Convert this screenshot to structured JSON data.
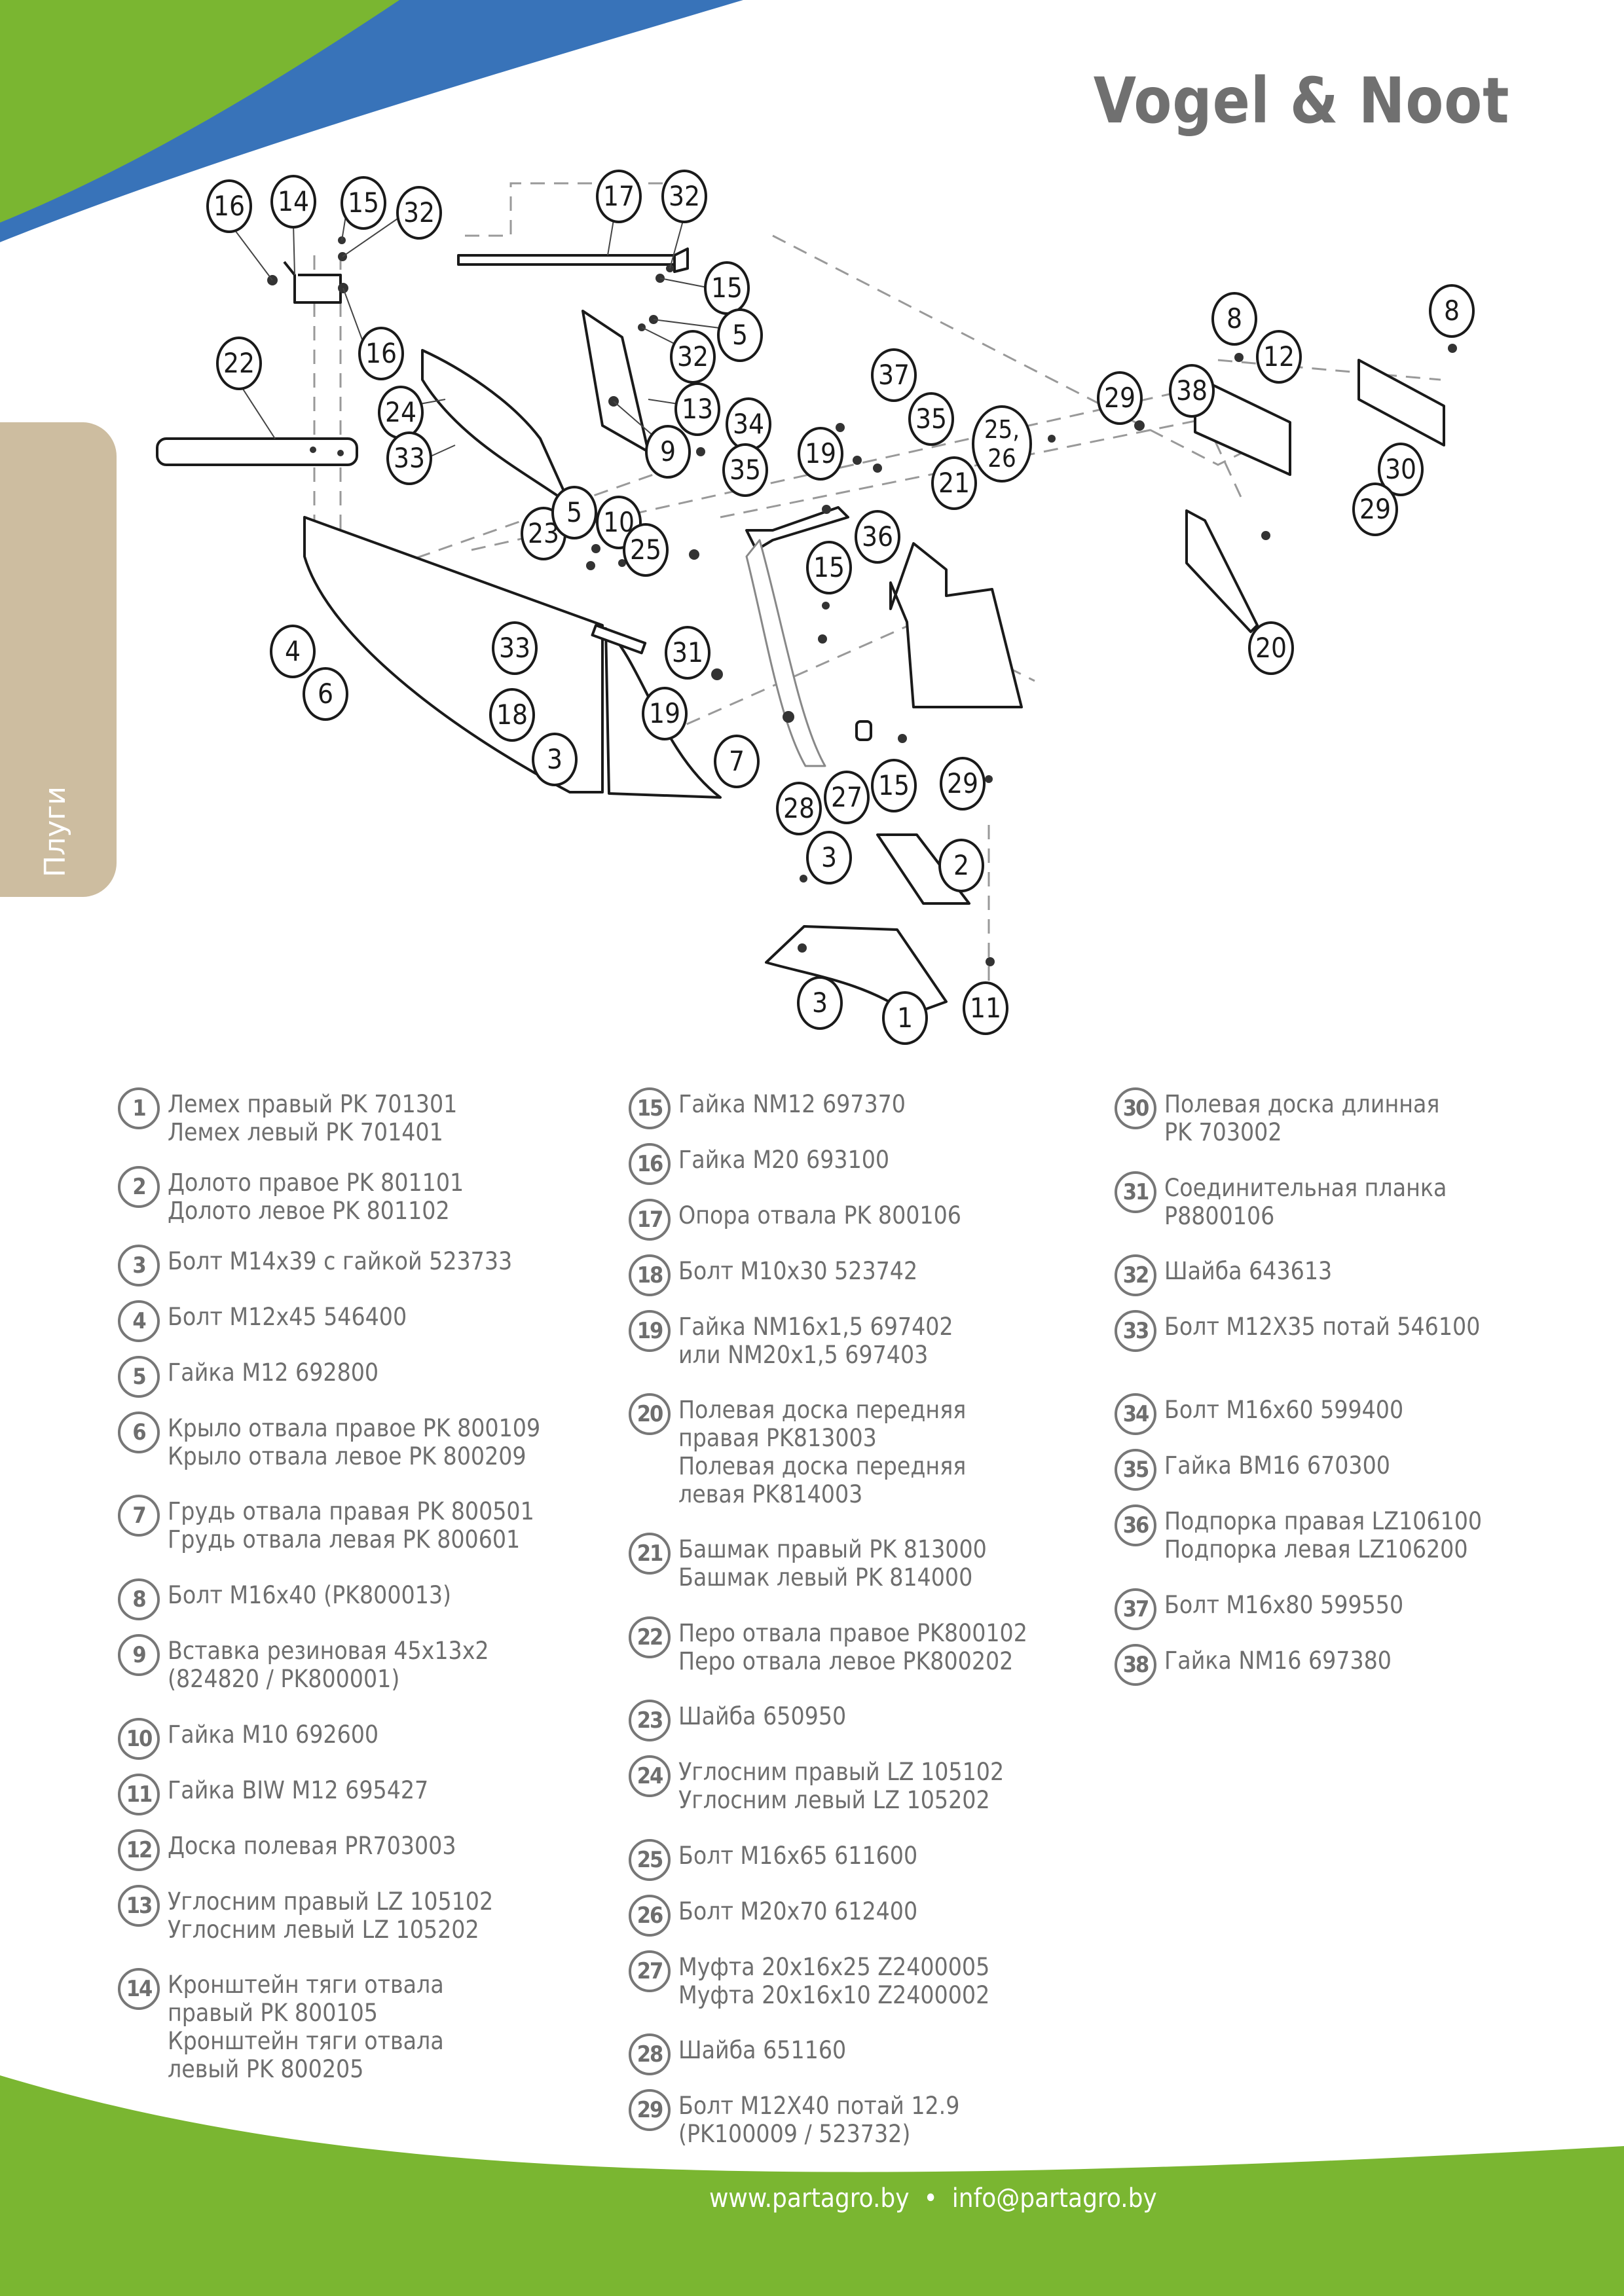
{
  "header": {
    "brand": "Vogel & Noot"
  },
  "side_tab": {
    "label": "Плуги"
  },
  "colors": {
    "green": "#7ab631",
    "blue": "#3873b9",
    "tab_beige": "#cdbda0",
    "text_gray": "#6e6e6e"
  },
  "diagram": {
    "title": "exploded view of plough body",
    "callouts": [
      "16",
      "14",
      "15",
      "32",
      "17",
      "32",
      "15",
      "5",
      "32",
      "16",
      "22",
      "24",
      "33",
      "13",
      "9",
      "34",
      "35",
      "37",
      "35",
      "19",
      "36",
      "25, 26",
      "21",
      "29",
      "38",
      "8",
      "12",
      "8",
      "30",
      "29",
      "20",
      "23",
      "5",
      "10",
      "25",
      "15",
      "4",
      "6",
      "33",
      "31",
      "18",
      "19",
      "3",
      "7",
      "28",
      "27",
      "15",
      "29",
      "3",
      "2",
      "3",
      "1",
      "11"
    ]
  },
  "parts": [
    {
      "num": "1",
      "lines": [
        "Лемех правый PK 701301",
        "Лемех левый PK 701401"
      ]
    },
    {
      "num": "2",
      "lines": [
        "Долото правое PK 801101",
        "Долото левое PK 801102"
      ]
    },
    {
      "num": "3",
      "lines": [
        "Болт M14x39 с гайкой 523733"
      ]
    },
    {
      "num": "4",
      "lines": [
        "Болт M12x45 546400"
      ]
    },
    {
      "num": "5",
      "lines": [
        "Гайка M12 692800"
      ]
    },
    {
      "num": "6",
      "lines": [
        "Крыло отвала правое PK 800109",
        "Крыло отвала левое PK 800209"
      ]
    },
    {
      "num": "7",
      "lines": [
        "Грудь отвала правая PK 800501",
        "Грудь отвала левая PK 800601"
      ]
    },
    {
      "num": "8",
      "lines": [
        "Болт M16x40 (PK800013)"
      ]
    },
    {
      "num": "9",
      "lines": [
        "Вставка резиновая 45x13x2",
        "(824820 / PK800001)"
      ]
    },
    {
      "num": "10",
      "lines": [
        "Гайка M10 692600"
      ]
    },
    {
      "num": "11",
      "lines": [
        "Гайка BIW M12 695427"
      ]
    },
    {
      "num": "12",
      "lines": [
        "Доска полевая PR703003"
      ]
    },
    {
      "num": "13",
      "lines": [
        "Углосним правый LZ 105102",
        "Углосним левый LZ 105202"
      ]
    },
    {
      "num": "14",
      "lines": [
        "Кронштейн тяги отвала",
        "правый PK 800105",
        "Кронштейн тяги отвала",
        "левый PK 800205"
      ]
    },
    {
      "num": "15",
      "lines": [
        "Гайка NM12 697370"
      ]
    },
    {
      "num": "16",
      "lines": [
        "Гайка M20 693100"
      ]
    },
    {
      "num": "17",
      "lines": [
        "Опора отвала PK 800106"
      ]
    },
    {
      "num": "18",
      "lines": [
        "Болт M10x30 523742"
      ]
    },
    {
      "num": "19",
      "lines": [
        "Гайка NM16x1,5 697402",
        "или NM20x1,5 697403"
      ]
    },
    {
      "num": "20",
      "lines": [
        "Полевая доска передняя",
        "правая PK813003",
        "Полевая доска передняя",
        "левая PK814003"
      ]
    },
    {
      "num": "21",
      "lines": [
        "Башмак правый PK 813000",
        "Башмак левый PK 814000"
      ]
    },
    {
      "num": "22",
      "lines": [
        "Перо отвала правое PK800102",
        "Перо отвала левое PK800202"
      ]
    },
    {
      "num": "23",
      "lines": [
        "Шайба 650950"
      ]
    },
    {
      "num": "24",
      "lines": [
        "Углосним правый LZ 105102",
        "Углосним левый LZ 105202"
      ]
    },
    {
      "num": "25",
      "lines": [
        "Болт M16x65 611600"
      ]
    },
    {
      "num": "26",
      "lines": [
        "Болт M20x70 612400"
      ]
    },
    {
      "num": "27",
      "lines": [
        "Муфта 20x16x25 Z2400005",
        "Муфта 20x16x10 Z2400002"
      ]
    },
    {
      "num": "28",
      "lines": [
        "Шайба 651160"
      ]
    },
    {
      "num": "29",
      "lines": [
        "Болт M12X40 потай 12.9",
        "(PK100009 / 523732)"
      ]
    },
    {
      "num": "30",
      "lines": [
        "Полевая доска длинная",
        "PK 703002"
      ]
    },
    {
      "num": "31",
      "lines": [
        "Соединительная планка",
        "P8800106"
      ]
    },
    {
      "num": "32",
      "lines": [
        "Шайба 643613"
      ]
    },
    {
      "num": "33",
      "lines": [
        "Болт M12X35 потай 546100"
      ]
    },
    {
      "num": "34",
      "lines": [
        "Болт M16x60 599400"
      ]
    },
    {
      "num": "35",
      "lines": [
        "Гайка BM16 670300"
      ]
    },
    {
      "num": "36",
      "lines": [
        "Подпорка правая LZ106100",
        "Подпорка левая LZ106200"
      ]
    },
    {
      "num": "37",
      "lines": [
        "Болт M16x80 599550"
      ]
    },
    {
      "num": "38",
      "lines": [
        "Гайка NM16 697380"
      ]
    }
  ],
  "footer": {
    "website": "www.partagro.by",
    "separator": "•",
    "email": "info@partagro.by"
  }
}
